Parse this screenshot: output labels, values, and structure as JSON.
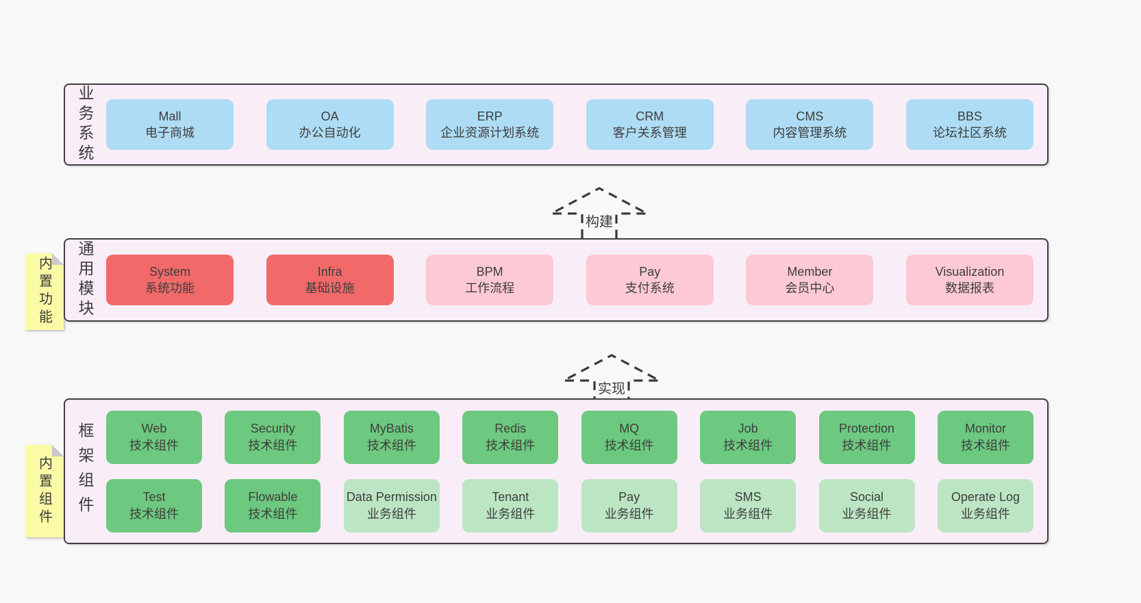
{
  "palette": {
    "background": "#f8f8f8",
    "container_fill": "#f9eef8",
    "container_border": "#404040",
    "blue": "#aedcf4",
    "red": "#f2696a",
    "pink": "#fcc9d4",
    "green": "#6cc97f",
    "light_green": "#bce6c3",
    "note_fill": "#fbfba5",
    "note_fold": "#c9c9c9",
    "arrow": "#3a3a3a",
    "text": "#3e3e3e"
  },
  "layers": [
    {
      "label": "业务系统",
      "rows": [
        [
          {
            "title": "Mall",
            "subtitle": "电子商城",
            "color": "blue"
          },
          {
            "title": "OA",
            "subtitle": "办公自动化",
            "color": "blue"
          },
          {
            "title": "ERP",
            "subtitle": "企业资源计划系统",
            "color": "blue"
          },
          {
            "title": "CRM",
            "subtitle": "客户关系管理",
            "color": "blue"
          },
          {
            "title": "CMS",
            "subtitle": "内容管理系统",
            "color": "blue"
          },
          {
            "title": "BBS",
            "subtitle": "论坛社区系统",
            "color": "blue"
          }
        ]
      ]
    },
    {
      "label": "通用模块",
      "note": "内置功能",
      "rows": [
        [
          {
            "title": "System",
            "subtitle": "系统功能",
            "color": "red"
          },
          {
            "title": "Infra",
            "subtitle": "基础设施",
            "color": "red"
          },
          {
            "title": "BPM",
            "subtitle": "工作流程",
            "color": "pink"
          },
          {
            "title": "Pay",
            "subtitle": "支付系统",
            "color": "pink"
          },
          {
            "title": "Member",
            "subtitle": "会员中心",
            "color": "pink"
          },
          {
            "title": "Visualization",
            "subtitle": "数据报表",
            "color": "pink"
          }
        ]
      ]
    },
    {
      "label": "框架组件",
      "note": "内置组件",
      "rows": [
        [
          {
            "title": "Web",
            "subtitle": "技术组件",
            "color": "green"
          },
          {
            "title": "Security",
            "subtitle": "技术组件",
            "color": "green"
          },
          {
            "title": "MyBatis",
            "subtitle": "技术组件",
            "color": "green"
          },
          {
            "title": "Redis",
            "subtitle": "技术组件",
            "color": "green"
          },
          {
            "title": "MQ",
            "subtitle": "技术组件",
            "color": "green"
          },
          {
            "title": "Job",
            "subtitle": "技术组件",
            "color": "green"
          },
          {
            "title": "Protection",
            "subtitle": "技术组件",
            "color": "green"
          },
          {
            "title": "Monitor",
            "subtitle": "技术组件",
            "color": "green"
          }
        ],
        [
          {
            "title": "Test",
            "subtitle": "技术组件",
            "color": "green"
          },
          {
            "title": "Flowable",
            "subtitle": "技术组件",
            "color": "green"
          },
          {
            "title": "Data Permission",
            "subtitle": "业务组件",
            "color": "light_green"
          },
          {
            "title": "Tenant",
            "subtitle": "业务组件",
            "color": "light_green"
          },
          {
            "title": "Pay",
            "subtitle": "业务组件",
            "color": "light_green"
          },
          {
            "title": "SMS",
            "subtitle": "业务组件",
            "color": "light_green"
          },
          {
            "title": "Social",
            "subtitle": "业务组件",
            "color": "light_green"
          },
          {
            "title": "Operate Log",
            "subtitle": "业务组件",
            "color": "light_green"
          }
        ]
      ]
    }
  ],
  "arrows": [
    {
      "label": "构建"
    },
    {
      "label": "实现"
    }
  ]
}
